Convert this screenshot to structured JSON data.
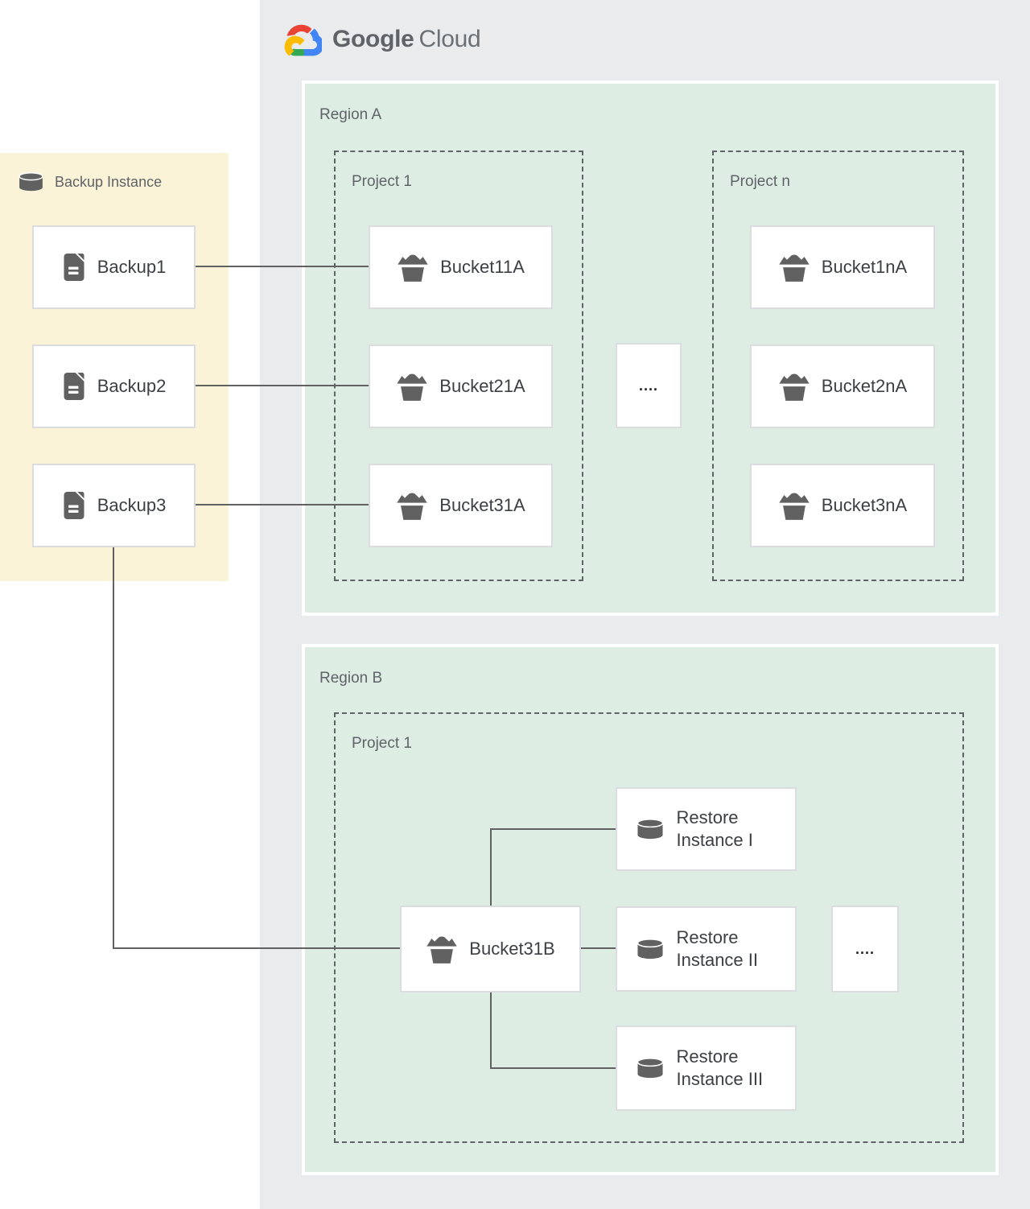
{
  "logo": {
    "google": "Google",
    "cloud": "Cloud"
  },
  "backup_panel": {
    "title": "Backup Instance",
    "items": [
      {
        "label": "Backup1"
      },
      {
        "label": "Backup2"
      },
      {
        "label": "Backup3"
      }
    ]
  },
  "region_a": {
    "label": "Region A",
    "ellipsis": "....",
    "projects": [
      {
        "label": "Project 1",
        "buckets": [
          "Bucket11A",
          "Bucket21A",
          "Bucket31A"
        ]
      },
      {
        "label": "Project n",
        "buckets": [
          "Bucket1nA",
          "Bucket2nA",
          "Bucket3nA"
        ]
      }
    ]
  },
  "region_b": {
    "label": "Region B",
    "project": {
      "label": "Project 1",
      "bucket": "Bucket31B",
      "ellipsis": "....",
      "restore_instances": [
        "Restore Instance I",
        "Restore Instance II",
        "Restore Instance III"
      ]
    }
  },
  "icons": {
    "logo": "google-cloud-logo-icon",
    "backup_panel_title": "database-cylinder-icon",
    "backup_item": "document-icon",
    "bucket": "storage-bucket-icon",
    "restore_instance": "database-cylinder-icon"
  },
  "colors": {
    "google_cloud_panel_bg": "#E9EBED",
    "region_bg": "#DEEDE4",
    "backup_panel_bg": "#FBF3D7",
    "node_bg": "#FFFFFF",
    "node_border": "#DADCE0",
    "dashed_border": "#5F6368",
    "connector": "#616161",
    "icon_gray": "#616161",
    "muted_label": "#5F6368",
    "node_text": "#3C4043",
    "logo_red": "#EA4335",
    "logo_blue": "#4285F4",
    "logo_yellow": "#FBBC05",
    "logo_green": "#34A853"
  }
}
